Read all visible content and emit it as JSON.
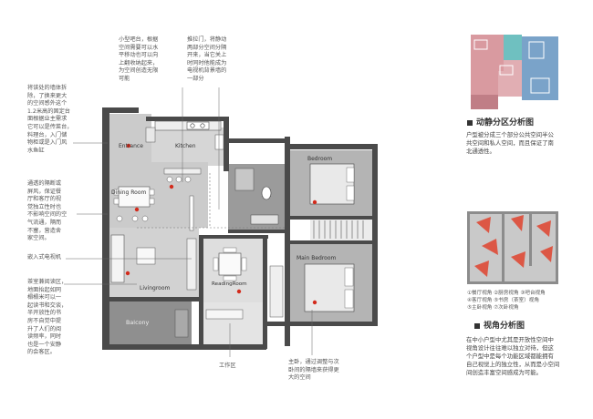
{
  "rooms": {
    "entrance": "Entrance",
    "kitchen": "Kitchen",
    "dining": "Dining Room",
    "bedroom": "Bedroom",
    "main_bedroom": "Main Bedroom",
    "living": "Livingroom",
    "reading": "ReadingRoom",
    "balcony": "Balcony"
  },
  "annotations": {
    "bar": "小型吧台，根据\n空间需要可以水\n平移动也可以向\n上翻收纳起来，\n为空间创造无限\n可能",
    "sliding_door": "推拉门，将静动\n两部分空间分隔\n开来，当它关上\n时同时他能成为\n电视机背景墙的\n一部分",
    "wall_removal": "将该处的墙体拆\n除，了换来更大\n的空间感外这个\n1.2米高的固定台\n面根据业主需求\n它可以是传菜台，\n料理台，入门储\n物柜或是入门风\n水鱼缸",
    "partition": "通透的隔断或\n屏风，保证餐\n厅和客厅的视\n觉独立性时也\n不影响空间的空\n气流通，隔而\n不塞，营造舍\n家空间。",
    "tv": "嵌入式电视机",
    "tea_reading": "茶室兼阅读区，\n地面抬起如同\n榻榻米可以一\n起读书和交谈，\n半开放性的书\n房不自觉中提\n升了人们的阅\n读频率，同时\n也是一个安静\n的会客区。",
    "work_area": "工作区",
    "main_bed_note": "主卧，通过调整与次\n卧间的隔墙来获得更\n大的空间"
  },
  "zoning": {
    "title": "动静分区分析图",
    "desc": "户型被分成三个部分公共空间半公\n共空间和私人空间，而且保证了南\n北通透性。"
  },
  "sightline": {
    "title": "视角分析图",
    "legend": [
      "①餐厅视角  ②厨房视角  ③吧台视角",
      "④客厅视角  ⑤书房（茶室）视角",
      "⑤主卧视角  ⑦次卧视角"
    ],
    "desc": "在中小户型中尤其是开放性空间中\n视角设计往往难以独立对待，但这\n个户型中是每个功能区域都能拥有\n自己视觉上的独立性，从而是小空间\n间创造丰富空间感成为可能。"
  },
  "colors": {
    "wall": "#4a4a4a",
    "floor_gray": "#cfcfcf",
    "floor_dark": "#8f8f8f",
    "zone_blue": "#7aa3c9",
    "zone_pink": "#d99aa0",
    "zone_teal": "#6fc0c0",
    "sight_red": "#e0442f"
  }
}
